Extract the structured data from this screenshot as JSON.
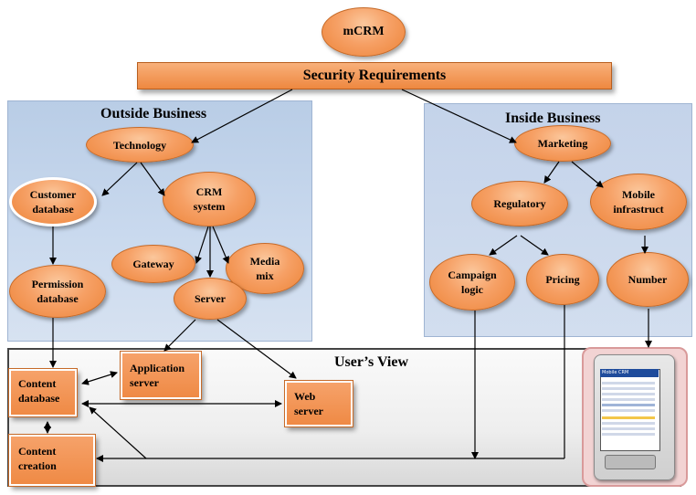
{
  "title": "mCRM",
  "banner": "Security Requirements",
  "regions": {
    "outside": "Outside Business",
    "inside": "Inside Business",
    "users": "User’s View"
  },
  "nodes": {
    "technology": "Technology",
    "customer_database": [
      "Customer",
      "database"
    ],
    "crm_system": [
      "CRM",
      "system"
    ],
    "permission_database": [
      "Permission",
      "database"
    ],
    "gateway": "Gateway",
    "media_mix": [
      "Media",
      "mix"
    ],
    "server": "Server",
    "marketing": "Marketing",
    "regulatory": "Regulatory",
    "mobile_infrastruct": [
      "Mobile",
      "infrastruct"
    ],
    "campaign_logic": [
      "Campaign",
      "logic"
    ],
    "pricing": "Pricing",
    "number": "Number",
    "content_database": [
      "Content",
      "database"
    ],
    "application_server": [
      "Application",
      "server"
    ],
    "web_server": [
      "Web",
      "server"
    ],
    "content_creation": [
      "Content",
      "creation"
    ]
  },
  "device": {
    "caption": "Mobile CRM",
    "icon": "mobile-phone-icon"
  },
  "colors": {
    "node_fill": "#f6a065",
    "node_border": "#c66a28",
    "region_fill": "#c9d9ee",
    "arrow": "#000000"
  }
}
